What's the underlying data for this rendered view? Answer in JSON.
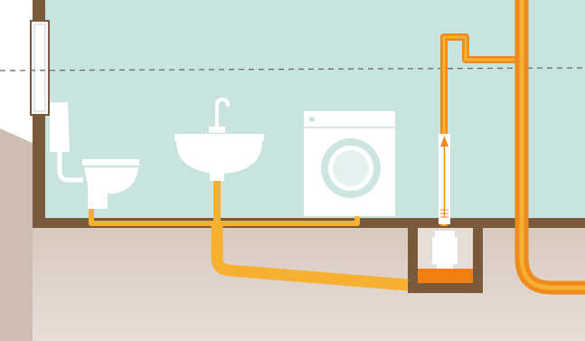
{
  "scene": {
    "kind": "basement wastewater drainage with lifting pump",
    "fixtures": [
      "toilet",
      "washbasin",
      "washing-machine",
      "lifting-pump"
    ],
    "annotations": {
      "backflow_level_line": "dashed",
      "pump_flow_direction": "up"
    }
  },
  "colors": {
    "wall": "#7a5a3c",
    "room": "#c9e3de",
    "ground": "#cdbdb2",
    "soil_light": "#e6ddd6",
    "drain_pipe": "#f6b133",
    "pressure_pipe": "#ef8a1e",
    "wastewater": "#f07f13",
    "fixture": "#ffffff",
    "dashed_line": "#6b6b6b"
  }
}
